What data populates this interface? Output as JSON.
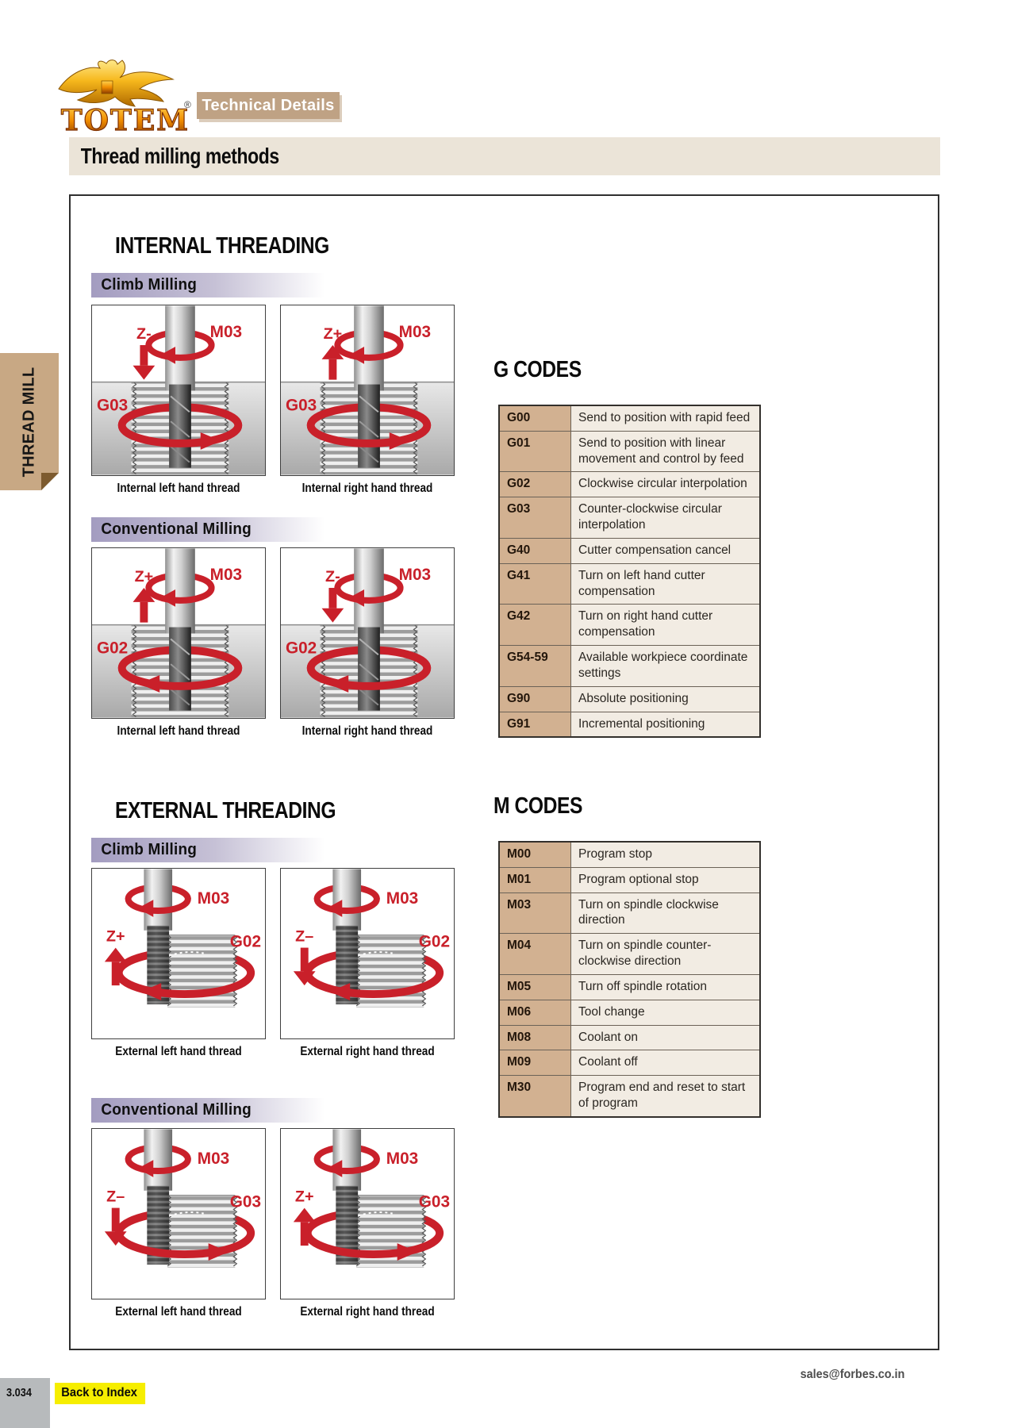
{
  "colors": {
    "accent_red": "#c9202a",
    "tan_banner": "#bfa284",
    "tab_tan": "#c8a884",
    "code_cell": "#d2b191",
    "desc_cell": "#f2ece3",
    "strip_lavender": "#a39cc0",
    "yellow": "#f6ee00"
  },
  "header": {
    "brand": "TOTEM",
    "brand_reg": "®",
    "banner": "Technical Details",
    "page_title": "Thread milling methods"
  },
  "sidebar": {
    "tab": "THREAD MILL"
  },
  "sections": {
    "internal": {
      "title": "INTERNAL THREADING",
      "groups": [
        {
          "label": "Climb Milling",
          "diagrams": [
            {
              "type": "internal",
              "caption": "Internal left hand thread",
              "z": "Z-",
              "z_dir": "down",
              "spindle": "M03",
              "motion": "G03",
              "motion_dir": "right"
            },
            {
              "type": "internal",
              "caption": "Internal right hand thread",
              "z": "Z+",
              "z_dir": "up",
              "spindle": "M03",
              "motion": "G03",
              "motion_dir": "right"
            }
          ]
        },
        {
          "label": "Conventional Milling",
          "diagrams": [
            {
              "type": "internal",
              "caption": "Internal left hand thread",
              "z": "Z+",
              "z_dir": "up",
              "spindle": "M03",
              "motion": "G02",
              "motion_dir": "left"
            },
            {
              "type": "internal",
              "caption": "Internal right hand thread",
              "z": "Z-",
              "z_dir": "down",
              "spindle": "M03",
              "motion": "G02",
              "motion_dir": "left"
            }
          ]
        }
      ]
    },
    "external": {
      "title": "EXTERNAL THREADING",
      "groups": [
        {
          "label": "Climb Milling",
          "diagrams": [
            {
              "type": "external",
              "caption": "External left hand thread",
              "z": "Z+",
              "z_dir": "up",
              "spindle": "M03",
              "motion": "G02",
              "motion_dir": "left"
            },
            {
              "type": "external",
              "caption": "External right hand thread",
              "z": "Z–",
              "z_dir": "down",
              "spindle": "M03",
              "motion": "G02",
              "motion_dir": "left"
            }
          ]
        },
        {
          "label": "Conventional Milling",
          "diagrams": [
            {
              "type": "external",
              "caption": "External left hand thread",
              "z": "Z–",
              "z_dir": "down",
              "spindle": "M03",
              "motion": "G03",
              "motion_dir": "right"
            },
            {
              "type": "external",
              "caption": "External right hand thread",
              "z": "Z+",
              "z_dir": "up",
              "spindle": "M03",
              "motion": "G03",
              "motion_dir": "right"
            }
          ]
        }
      ]
    }
  },
  "g_codes": {
    "title": "G CODES",
    "rows": [
      {
        "code": "G00",
        "desc": "Send to position with rapid feed"
      },
      {
        "code": "G01",
        "desc": "Send to position with linear movement and control by feed"
      },
      {
        "code": "G02",
        "desc": "Clockwise circular interpolation"
      },
      {
        "code": "G03",
        "desc": "Counter-clockwise circular interpolation"
      },
      {
        "code": "G40",
        "desc": "Cutter compensation cancel"
      },
      {
        "code": "G41",
        "desc": "Turn on left hand cutter compensation"
      },
      {
        "code": "G42",
        "desc": "Turn on right hand cutter compensation"
      },
      {
        "code": "G54-59",
        "desc": "Available workpiece coordinate settings"
      },
      {
        "code": "G90",
        "desc": "Absolute positioning"
      },
      {
        "code": "G91",
        "desc": "Incremental positioning"
      }
    ]
  },
  "m_codes": {
    "title": "M CODES",
    "rows": [
      {
        "code": "M00",
        "desc": "Program stop"
      },
      {
        "code": "M01",
        "desc": "Program optional stop"
      },
      {
        "code": "M03",
        "desc": "Turn on spindle clockwise direction"
      },
      {
        "code": "M04",
        "desc": "Turn on spindle counter-clockwise direction"
      },
      {
        "code": "M05",
        "desc": "Turn off spindle rotation"
      },
      {
        "code": "M06",
        "desc": "Tool change"
      },
      {
        "code": "M08",
        "desc": "Coolant on"
      },
      {
        "code": "M09",
        "desc": "Coolant off"
      },
      {
        "code": "M30",
        "desc": "Program end and reset to start of program"
      }
    ]
  },
  "footer": {
    "page_number": "3.034",
    "back_link": "Back to Index",
    "email": "sales@forbes.co.in"
  }
}
